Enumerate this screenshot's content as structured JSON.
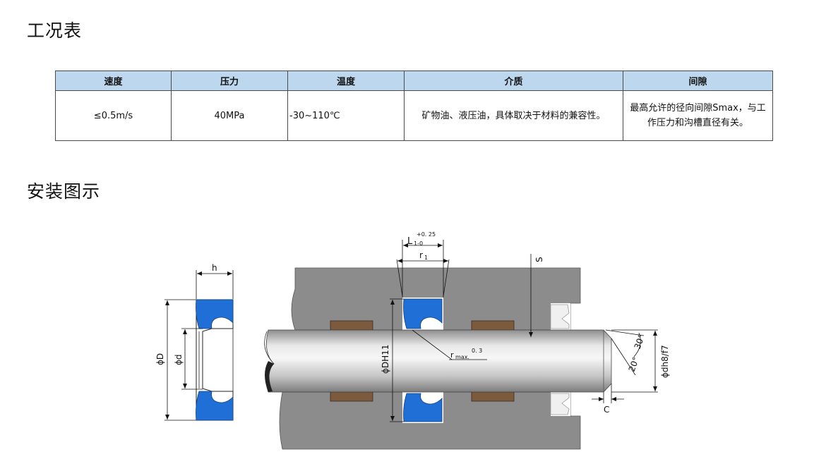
{
  "sections": {
    "conditions_title": "工况表",
    "install_title": "安装图示"
  },
  "table": {
    "headers": [
      "速度",
      "压力",
      "温度",
      "介质",
      "间隙"
    ],
    "row": [
      "≤0.5m/s",
      "40MPa",
      "-30~110℃",
      "矿物油、液压油，具体取决于材料的兼容性。",
      "最高允许的径向间隙Smax，与工作压力和沟槽直径有关。"
    ]
  },
  "diagram": {
    "labels": {
      "h": "h",
      "D": "ϕD",
      "d": "ϕd",
      "DH11": "ϕDH11",
      "L_main": "L",
      "L_sub": "1-0",
      "L_sup": "+0. 25",
      "r1_main": "r",
      "r1_sub": "1",
      "s": "S",
      "rmax_main": "r",
      "rmax_sub": "max.",
      "rmax_val": "0. 3",
      "angle20": "20°",
      "angle30": "30°",
      "dh8f7": "ϕdh8/f7",
      "c": "C"
    },
    "colors": {
      "seal": "#1f6fd6",
      "housing": "#8c8c8c",
      "guide": "#7b5a3e",
      "rod_light": "#f4f4f4",
      "rod_dark": "#9a9a9a"
    }
  }
}
